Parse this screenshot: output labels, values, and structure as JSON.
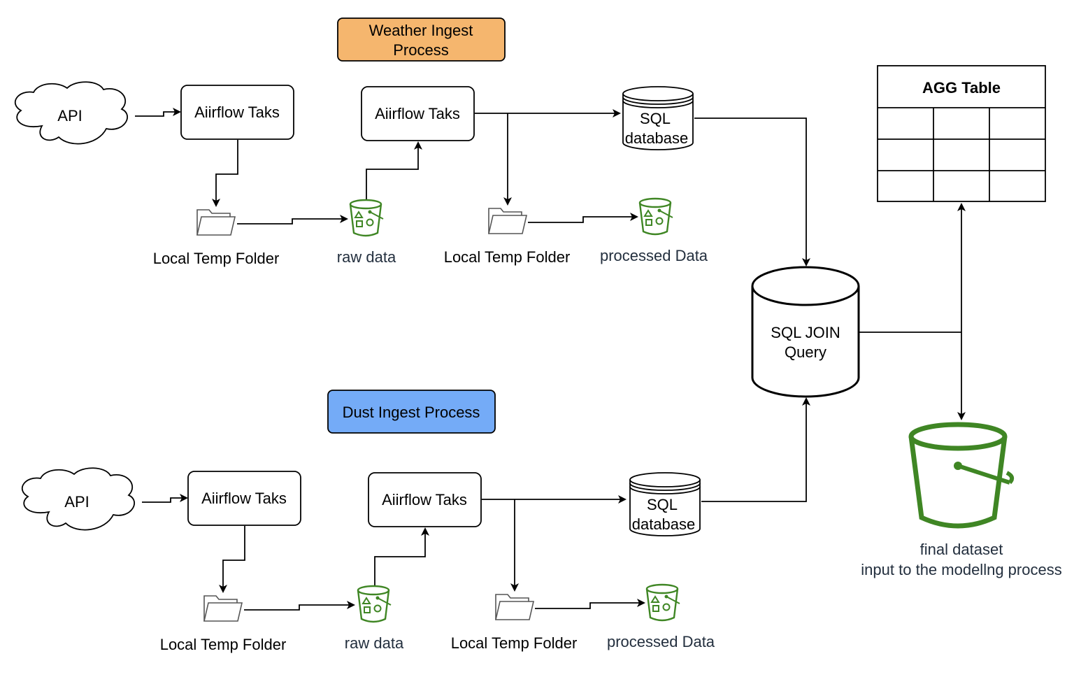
{
  "colors": {
    "weather_banner": "#f5b66e",
    "dust_banner": "#74abf7",
    "bucket_green": "#3f8624",
    "bucket_label": "#232f3e",
    "stroke": "#000000"
  },
  "weather": {
    "banner_line1": "Weather Ingest",
    "banner_line2": "Process",
    "api": "API",
    "task1": "Aiirflow Taks",
    "task2": "Aiirflow Taks",
    "sql_line1": "SQL",
    "sql_line2": "database",
    "folder1": "Local Temp Folder",
    "raw_bucket": "raw data",
    "folder2": "Local Temp Folder",
    "processed_bucket": "processed Data"
  },
  "dust": {
    "banner": "Dust Ingest Process",
    "api": "API",
    "task1": "Aiirflow Taks",
    "task2": "Aiirflow Taks",
    "sql_line1": "SQL",
    "sql_line2": "database",
    "folder1": "Local Temp Folder",
    "raw_bucket": "raw data",
    "folder2": "Local Temp Folder",
    "processed_bucket": "processed Data"
  },
  "join": {
    "line1": "SQL JOIN",
    "line2": "Query"
  },
  "agg_table": {
    "title": "AGG Table"
  },
  "final": {
    "line1": "final dataset",
    "line2": "input to the modellng process"
  },
  "icons": {
    "cloud": "cloud-icon",
    "folder": "folder-icon",
    "bucket": "bucket-icon",
    "database": "database-icon"
  }
}
